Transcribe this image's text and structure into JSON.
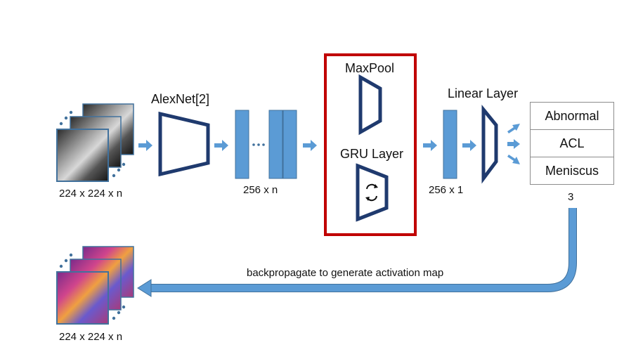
{
  "labels": {
    "input_dims": "224 x 224 x n",
    "alexnet": "AlexNet[2]",
    "feature_dims": "256 x n",
    "maxpool": "MaxPool",
    "gru": "GRU Layer",
    "pooled_dims": "256 x 1",
    "linear": "Linear Layer",
    "output_count": "3",
    "backprop": "backpropagate to generate activation map",
    "output_dims": "224 x 224 x n"
  },
  "outputs": [
    "Abnormal",
    "ACL",
    "Meniscus"
  ],
  "colors": {
    "block_fill": "#5b9bd5",
    "block_stroke": "#41719c",
    "trapezoid": "#1f3a6e",
    "highlight_box": "#c00000",
    "arrow": "#5b9bd5"
  }
}
